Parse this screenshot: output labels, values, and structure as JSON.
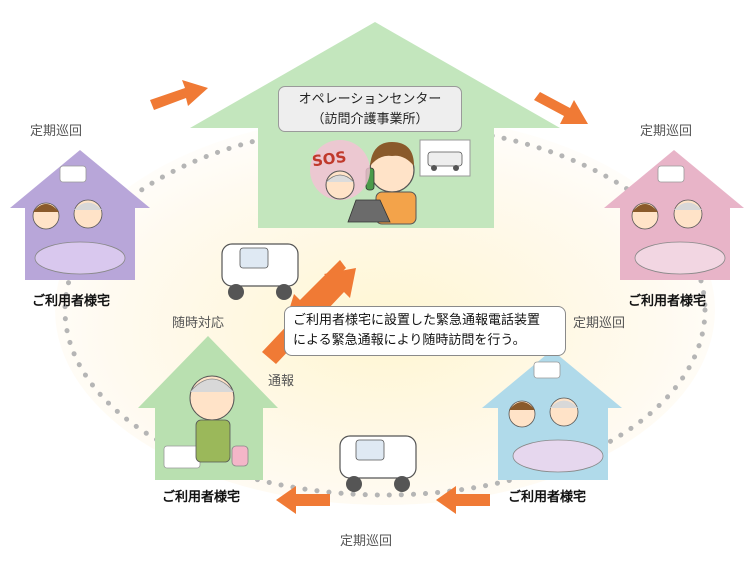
{
  "operation_center": {
    "title_line1": "オペレーションセンター",
    "title_line2": "（訪問介護事業所）",
    "sos_text": "SOS"
  },
  "labels": {
    "patrol_top_left": "定期巡回",
    "patrol_top_right": "定期巡回",
    "patrol_right": "定期巡回",
    "patrol_bottom": "定期巡回",
    "on_demand": "随時対応",
    "report": "通報"
  },
  "homes": [
    {
      "label": "ご利用者様宅",
      "roof_color": "#b8a6d9"
    },
    {
      "label": "ご利用者様宅",
      "roof_color": "#e8b4c8"
    },
    {
      "label": "ご利用者様宅",
      "roof_color": "#b0daea"
    },
    {
      "label": "ご利用者様宅",
      "roof_color": "#b9e0b0"
    }
  ],
  "callout": {
    "line1": "ご利用者様宅に設置した緊急通報電話装置",
    "line2": "による緊急通報により随時訪問を行う。"
  },
  "colors": {
    "center_house": "#c3e6bd",
    "arrow": "#f07a35",
    "ring_dots": "#b5b5b5",
    "glow": "#fff3c8"
  },
  "icons": [
    "car-icon",
    "phone-icon",
    "emergency-device-icon",
    "caregiver-icon",
    "elderly-person-icon",
    "laptop-icon"
  ]
}
